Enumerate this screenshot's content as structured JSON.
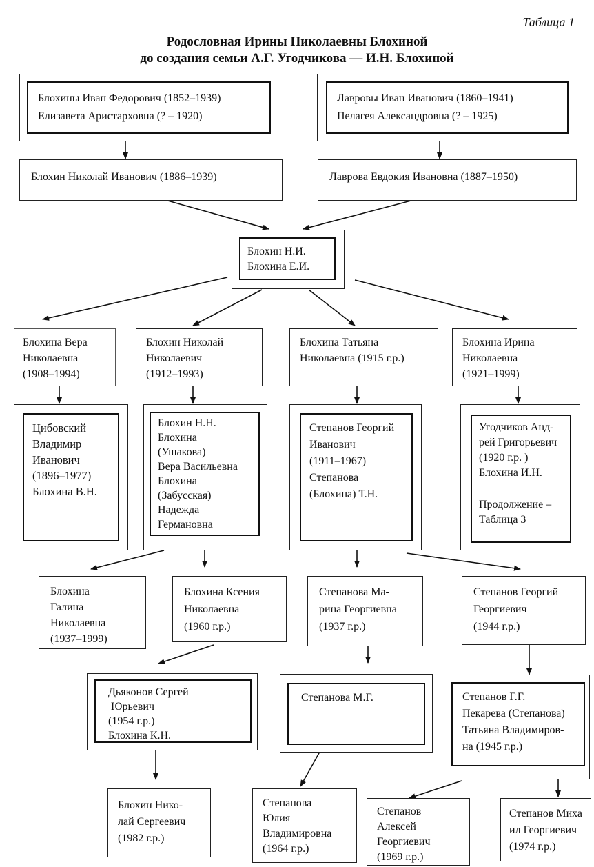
{
  "table_label": "Таблица 1",
  "title_line1": "Родословная Ирины Николаевны Блохиной",
  "title_line2": "до создания семьи  А.Г. Угодчикова — И.Н. Блохиной",
  "boxes": {
    "blokhiny": [
      "Блохины Иван Федорович (1852–1939)",
      "Елизавета Аристарховна (? – 1920)"
    ],
    "lavrovy": [
      "Лавровы Иван Иванович (1860–1941)",
      "Пелагея Александровна (? – 1925)"
    ],
    "nikolay_iv": [
      "Блохин Николай Иванович (1886–1939)"
    ],
    "evdokia": [
      "Лаврова Евдокия Ивановна (1887–1950)"
    ],
    "couple": [
      "Блохин Н.И.",
      "Блохина Е.И."
    ],
    "vera": [
      "Блохина Вера",
      "Николаевна",
      "(1908–1994)"
    ],
    "nikolay_n": [
      "Блохин Николай",
      "Николаевич",
      "(1912–1993)"
    ],
    "tatyana": [
      "Блохина Татьяна",
      "Николаевна (1915 г.р.)"
    ],
    "irina": [
      "Блохина Ирина",
      "Николаевна",
      "(1921–1999)"
    ],
    "tsibovsky": [
      "Цибовский",
      "Владимир",
      "Иванович",
      "(1896–1977)",
      "Блохина В.Н."
    ],
    "blokhin_nn": [
      "Блохин Н.Н.",
      "Блохина",
      "(Ушакова)",
      "Вера Васильевна",
      "Блохина",
      "(Забусская)",
      "Надежда",
      "Германовна"
    ],
    "stepanov_gi": [
      "Степанов Георгий",
      "Иванович",
      "(1911–1967)",
      "Степанова",
      "(Блохина) Т.Н."
    ],
    "ugodchikov": [
      "Угодчиков Анд-",
      "рей Григорьевич",
      "(1920 г.р. )",
      "Блохина И.Н."
    ],
    "continuation": [
      "Продолжение –",
      "Таблица 3"
    ],
    "galina": [
      "Блохина",
      "Галина",
      "Николаевна",
      "(1937–1999)"
    ],
    "ksenia": [
      "Блохина Ксения",
      "Николаевна",
      "(1960 г.р.)"
    ],
    "marina": [
      "Степанова Ма-",
      "рина Георгиевна",
      "(1937 г.р.)"
    ],
    "georgy_g": [
      "Степанов Георгий",
      "Георгиевич",
      "(1944 г.р.)"
    ],
    "dyakonov": [
      "Дьяконов Сергей",
      " Юрьевич",
      "(1954 г.р.)",
      "Блохина К.Н."
    ],
    "stepanova_mg": [
      "Степанова М.Г."
    ],
    "stepanov_gg": [
      "Степанов Г.Г.",
      "Пекарева (Степанова)",
      "Татьяна Владимиров-",
      "на (1945 г.р.)"
    ],
    "nikolay_s": [
      "Блохин Нико-",
      "лай Сергеевич",
      "(1982 г.р.)"
    ],
    "yulia": [
      "Степанова",
      "Юлия",
      "Владимировна",
      "(1964 г.р.)"
    ],
    "alexey": [
      "Степанов",
      "Алексей",
      "Георгиевич",
      "(1969 г.р.)"
    ],
    "mikhail": [
      "Степанов Миха",
      "ил Георгиевич",
      "(1974 г.р.)"
    ]
  }
}
